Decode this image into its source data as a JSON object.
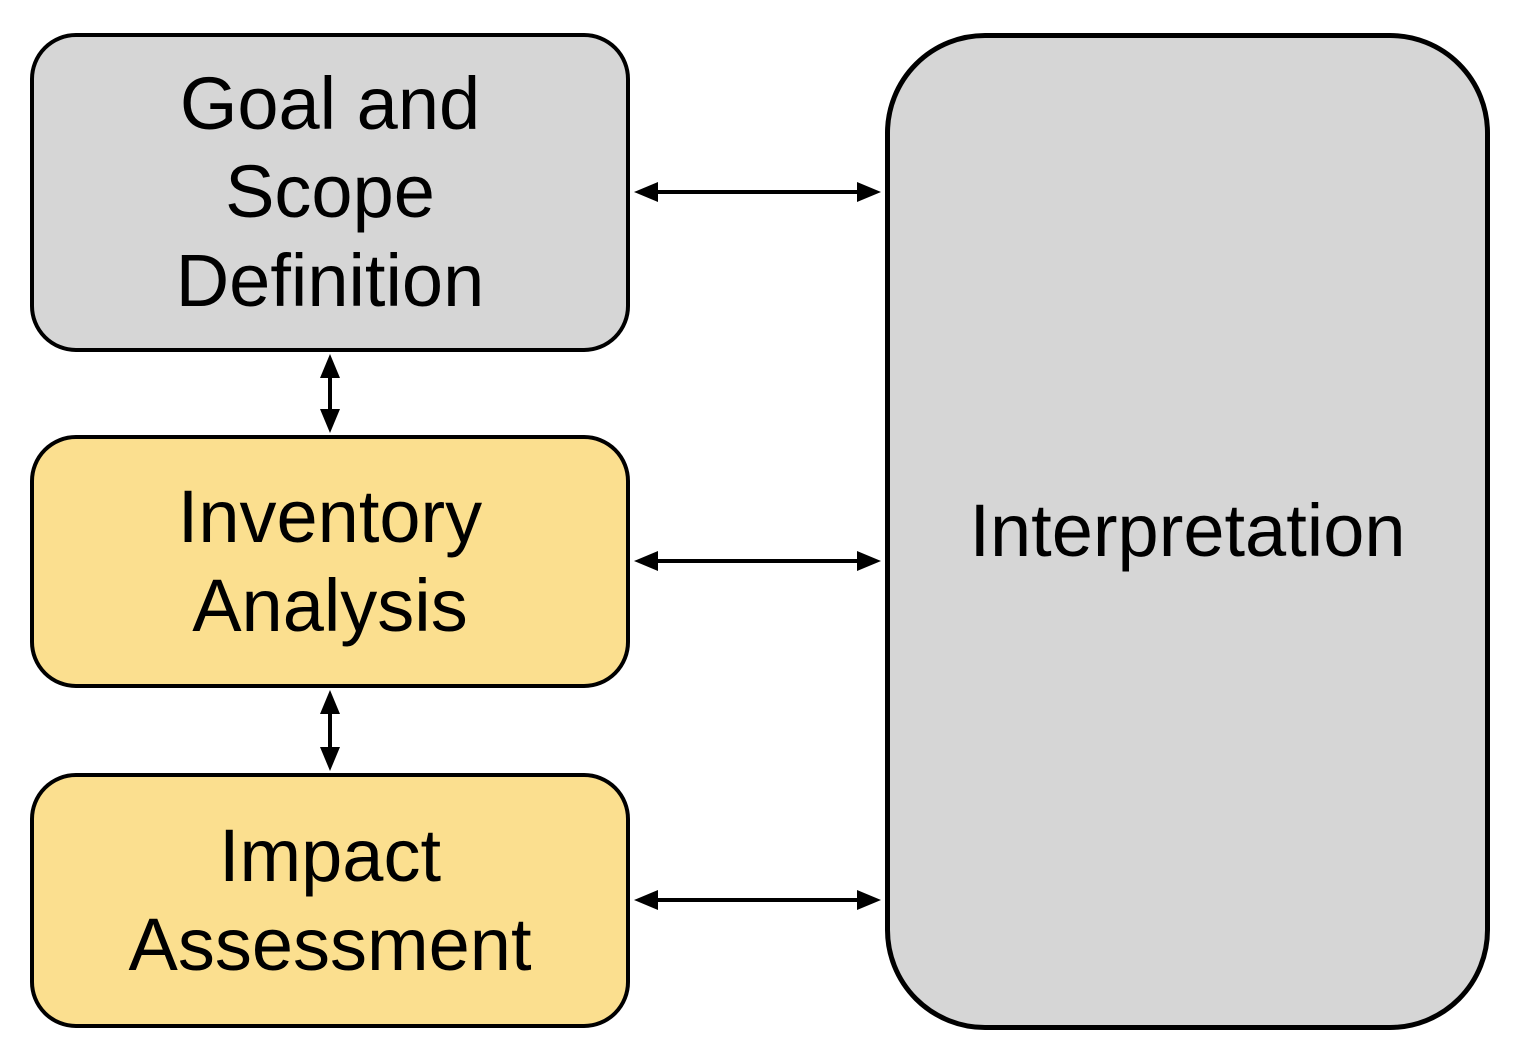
{
  "diagram": {
    "boxes": [
      {
        "id": "goal-scope-definition",
        "label": "Goal and\nScope\nDefinition",
        "fill_color": "#d6d6d6"
      },
      {
        "id": "inventory-analysis",
        "label": "Inventory\nAnalysis",
        "fill_color": "#fbdf8f"
      },
      {
        "id": "impact-assessment",
        "label": "Impact\nAssessment",
        "fill_color": "#fbdf8f"
      },
      {
        "id": "interpretation",
        "label": "Interpretation",
        "fill_color": "#d6d6d6"
      }
    ],
    "connectors": [
      {
        "from": "goal-scope-definition",
        "to": "interpretation",
        "type": "double-headed-arrow",
        "orientation": "horizontal"
      },
      {
        "from": "inventory-analysis",
        "to": "interpretation",
        "type": "double-headed-arrow",
        "orientation": "horizontal"
      },
      {
        "from": "impact-assessment",
        "to": "interpretation",
        "type": "double-headed-arrow",
        "orientation": "horizontal"
      },
      {
        "from": "goal-scope-definition",
        "to": "inventory-analysis",
        "type": "double-headed-arrow",
        "orientation": "vertical"
      },
      {
        "from": "inventory-analysis",
        "to": "impact-assessment",
        "type": "double-headed-arrow",
        "orientation": "vertical"
      }
    ]
  },
  "colors": {
    "background": "#ffffff",
    "gray_fill": "#d6d6d6",
    "yellow_fill": "#fbdf8f",
    "outline": "#000000",
    "arrow": "#000000",
    "text": "#000000"
  }
}
